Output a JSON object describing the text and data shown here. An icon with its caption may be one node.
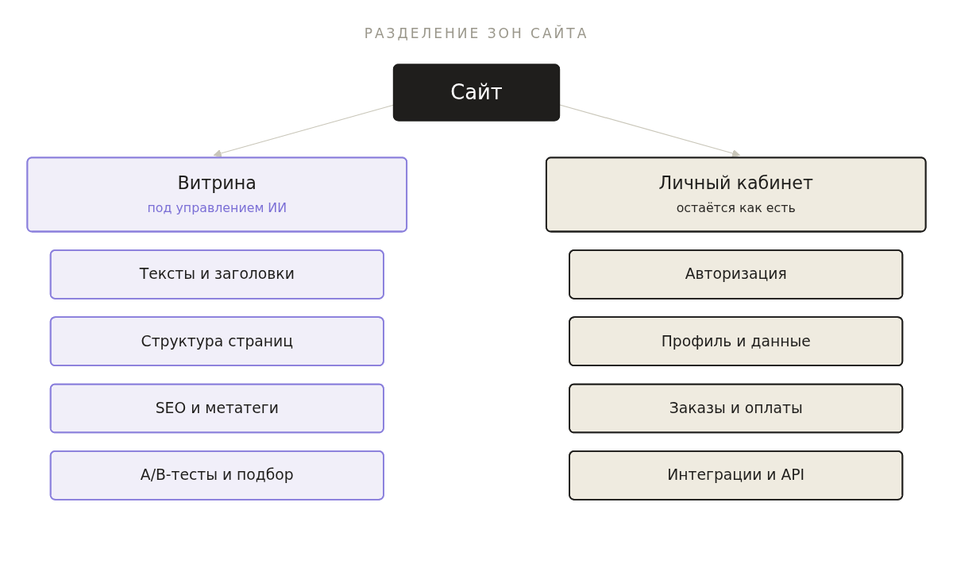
{
  "diagram": {
    "title": "РАЗДЕЛЕНИЕ ЗОН САЙТА",
    "nodes": [
      {
        "text": [
          "Сайт"
        ]
      },
      {
        "text": [
          "Витрина",
          "под управлением ИИ"
        ]
      },
      {
        "text": [
          "Личный кабинет",
          "остаётся как есть"
        ]
      },
      {
        "text": [
          "Тексты и заголовки"
        ]
      },
      {
        "text": [
          "Структура страниц"
        ]
      },
      {
        "text": [
          "SEO и метатеги"
        ]
      },
      {
        "text": [
          "A/B-тесты и подбор"
        ]
      },
      {
        "text": [
          "Авторизация"
        ]
      },
      {
        "text": [
          "Профиль и данные"
        ]
      },
      {
        "text": [
          "Заказы и оплаты"
        ]
      },
      {
        "text": [
          "Интеграции и API"
        ]
      }
    ],
    "edges": [
      {
        "from": 0,
        "to": 1,
        "arrow": "to"
      },
      {
        "from": 0,
        "to": 2,
        "arrow": "to"
      }
    ]
  }
}
